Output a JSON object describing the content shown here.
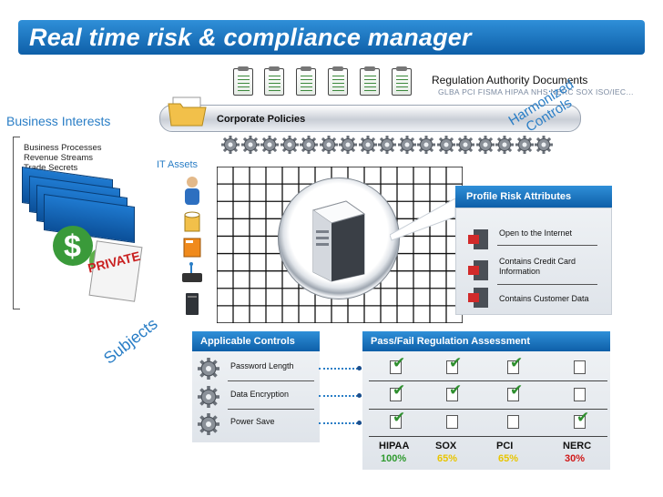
{
  "title": "Real time risk & compliance manager",
  "regulation": {
    "title": "Regulation Authority Documents",
    "list": "GLBA  PCI  FISMA  HIPAA  NHS  NERC  SOX  ISO/IEC…"
  },
  "corporate_policies": "Corporate Policies",
  "harmonized": [
    "Harmonized",
    "Controls"
  ],
  "business_interests": {
    "title": "Business Interests",
    "items": [
      "Business Processes",
      "Revenue Streams",
      "Trade Secrets"
    ],
    "private_stamp": "PRIVATE"
  },
  "it_assets": "IT Assets",
  "subjects": "Subjects",
  "profile": {
    "header": "Profile Risk Attributes",
    "attributes": [
      "Open to the Internet",
      "Contains Credit Card Information",
      "Contains Customer Data"
    ]
  },
  "applicable_controls": {
    "header": "Applicable Controls",
    "items": [
      "Password Length",
      "Data Encryption",
      "Power Save"
    ]
  },
  "assessment": {
    "header": "Pass/Fail Regulation Assessment",
    "regulations": [
      {
        "name": "HIPAA",
        "pct": "100%",
        "color": "#2e9a2e",
        "checks": [
          true,
          true,
          true
        ]
      },
      {
        "name": "SOX",
        "pct": "65%",
        "color": "#e8c500",
        "checks": [
          true,
          true,
          false
        ]
      },
      {
        "name": "PCI",
        "pct": "65%",
        "color": "#e8c500",
        "checks": [
          true,
          true,
          false
        ]
      },
      {
        "name": "NERC",
        "pct": "30%",
        "color": "#d01818",
        "checks": [
          false,
          false,
          true
        ]
      }
    ]
  },
  "colors": {
    "accent": "#2a7ec6",
    "header": "#0e5fa8",
    "grid_band": "#7fb13a"
  }
}
